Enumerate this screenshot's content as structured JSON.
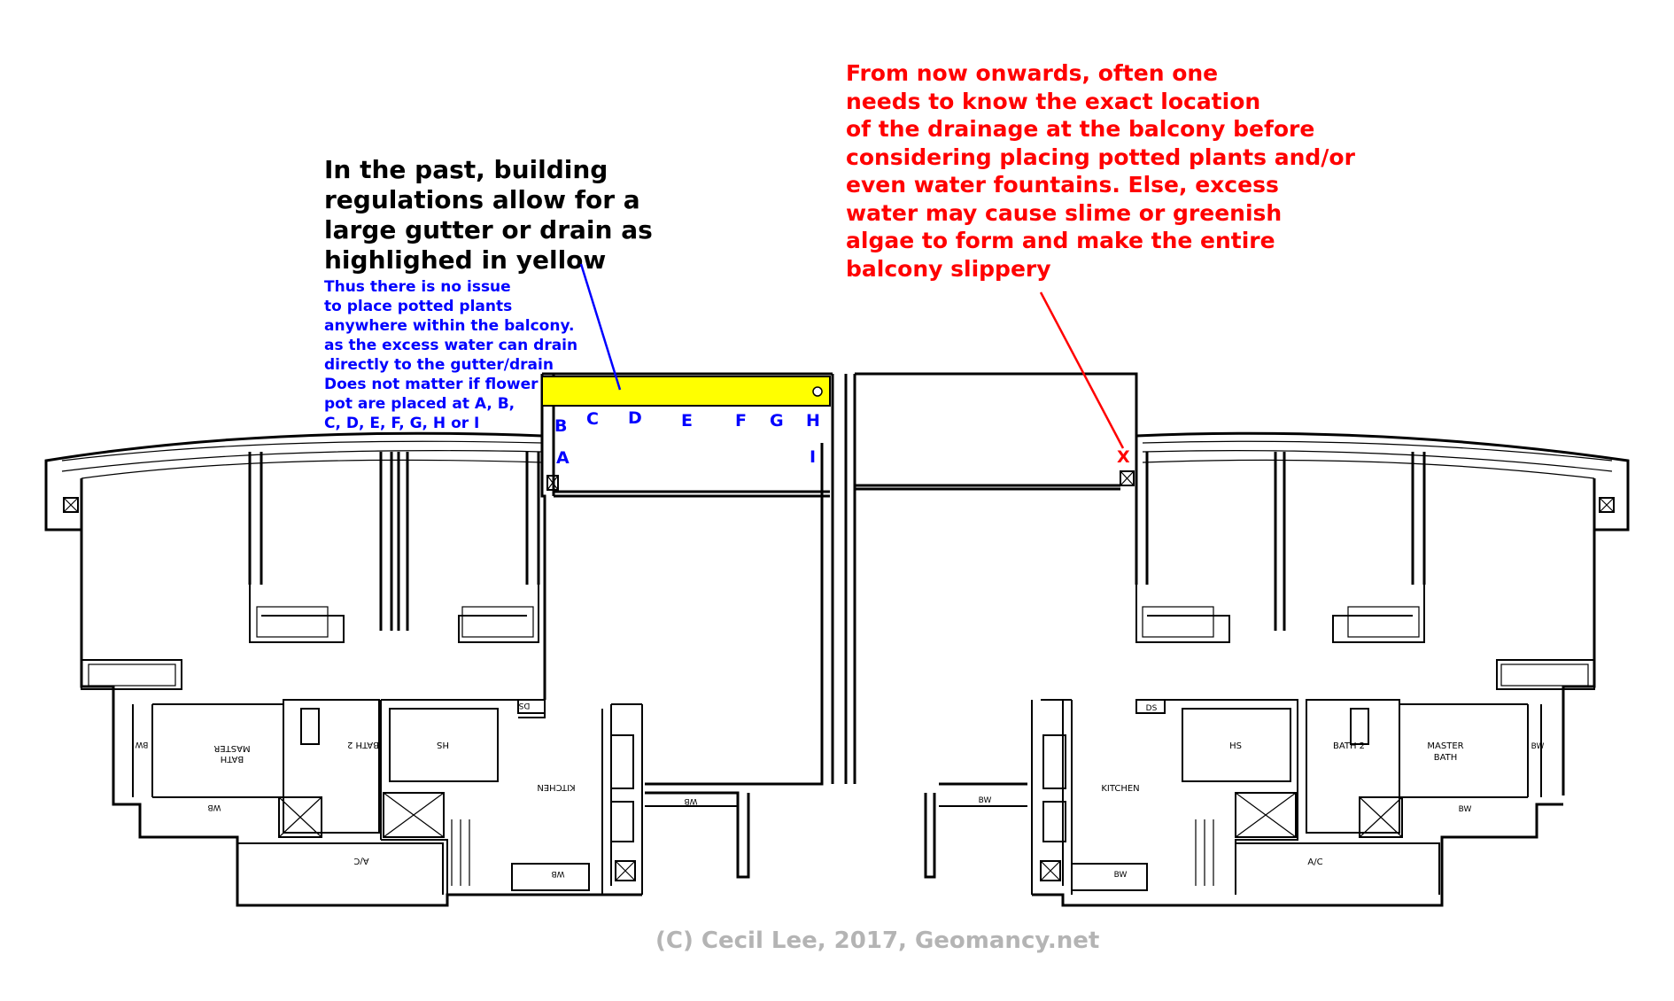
{
  "annotations": {
    "past_heading": [
      "In the past, building",
      "regulations allow for a",
      "large gutter or drain as",
      "highlighed in yellow"
    ],
    "past_detail": [
      "Thus there is no issue",
      "to place potted plants",
      "anywhere within the balcony.",
      "as the excess water can drain",
      "directly to the gutter/drain",
      "Does not matter if flower",
      "pot are placed at A, B,",
      "C, D, E, F, G, H or I"
    ],
    "now_note": [
      "From now onwards, often one",
      "needs to know the exact location",
      "of the drainage at the balcony before",
      "considering placing potted plants and/or",
      "even water fountains. Else, excess",
      "water may cause slime or greenish",
      "algae to form and make the entire",
      "balcony slippery"
    ],
    "drain_marker": "X",
    "copyright": "(C) Cecil Lee, 2017, Geomancy.net"
  },
  "balcony_points": {
    "A": "A",
    "B": "B",
    "C": "C",
    "D": "D",
    "E": "E",
    "F": "F",
    "G": "G",
    "H": "H",
    "I": "I"
  },
  "left_unit": {
    "master_bath": [
      "MASTER",
      "BATH"
    ],
    "bath2": "BATH 2",
    "hs": "HS",
    "kitchen": "KITCHEN",
    "ac": "A/C",
    "bw": "BW",
    "wb": "WB",
    "ds": "DS"
  },
  "right_unit": {
    "master_bath": [
      "MASTER",
      "BATH"
    ],
    "bath2": "BATH 2",
    "hs": "HS",
    "kitchen": "KITCHEN",
    "ac": "A/C",
    "bw": "BW",
    "ds": "DS"
  },
  "colors": {
    "gutter": "#ffff00",
    "heading": "#000000",
    "detail": "#0000ff",
    "warning": "#ff0000",
    "copyright": "#b4b4b4"
  }
}
